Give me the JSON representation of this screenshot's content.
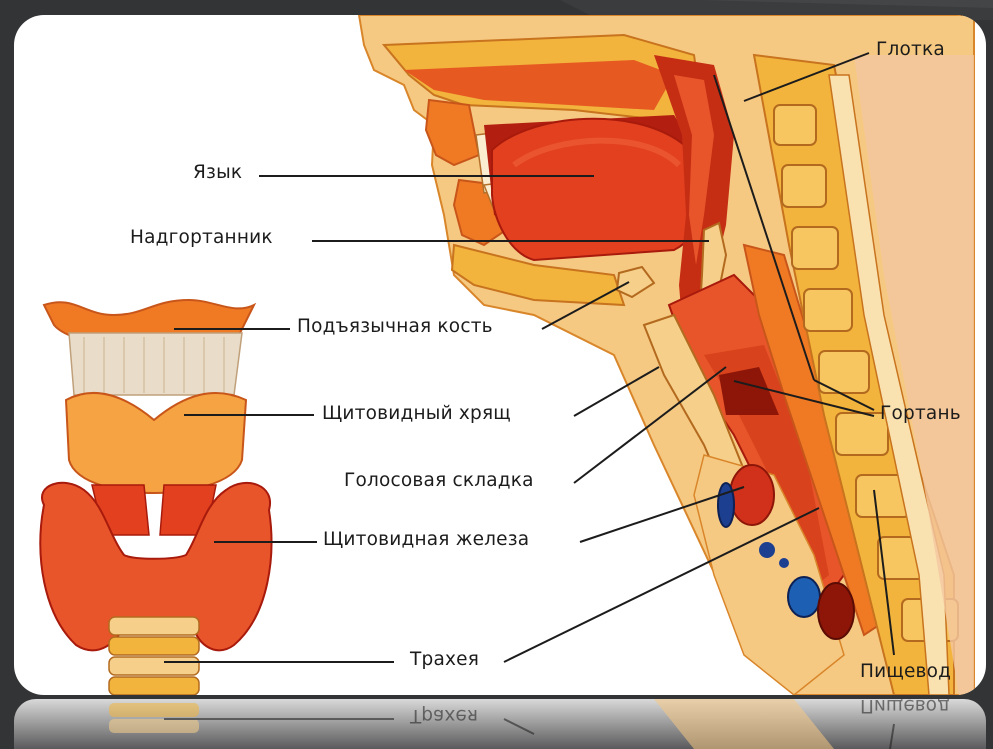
{
  "labels": {
    "glotka": "Глотка",
    "yazyk": "Язык",
    "nadgortannik": "Надгортанник",
    "podyazychnaya_kost": "Подъязычная кость",
    "shchitovidny_khryashch": "Щитовидный хрящ",
    "gortan": "Гортань",
    "golosovaya_skladka": "Голосовая складка",
    "shchitovidnaya_zheleza": "Щитовидная железа",
    "trakheya": "Трахея",
    "pishchevod": "Пищевод"
  },
  "reflection_labels": {
    "trakheya": "Трахея",
    "pishchevod": "Пищевод"
  },
  "colors": {
    "background": "#333436",
    "card": "#ffffff",
    "muscle_red": "#e2401f",
    "tissue_orange": "#f07a24",
    "bone_yellow": "#f2b43c",
    "cartilage": "#f6d08a",
    "leader_line": "#1c1c1c"
  }
}
